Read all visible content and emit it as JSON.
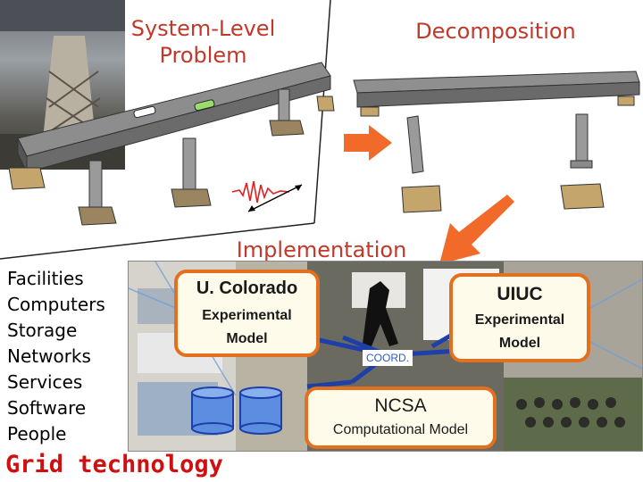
{
  "titles": {
    "system_level": "System-Level\nProblem",
    "decomposition": "Decomposition",
    "implementation": "Implementation"
  },
  "resources": [
    "Facilities",
    "Computers",
    "Storage",
    "Networks",
    "Services",
    "Software",
    "People"
  ],
  "grid_label": "Grid technology",
  "sites": {
    "colorado": {
      "name": "U. Colorado",
      "sub": "Experimental\nModel"
    },
    "uiuc": {
      "name": "UIUC",
      "sub": "Experimental\nModel"
    },
    "ncsa": {
      "name": "NCSA",
      "sub": "Computational Model"
    }
  },
  "coord_label": "COORD.",
  "colors": {
    "title": "#c0392b",
    "box_border": "#e2701f",
    "arrow": "#f26a2a",
    "grid_text": "#d01010",
    "link": "#1f3fa8"
  }
}
